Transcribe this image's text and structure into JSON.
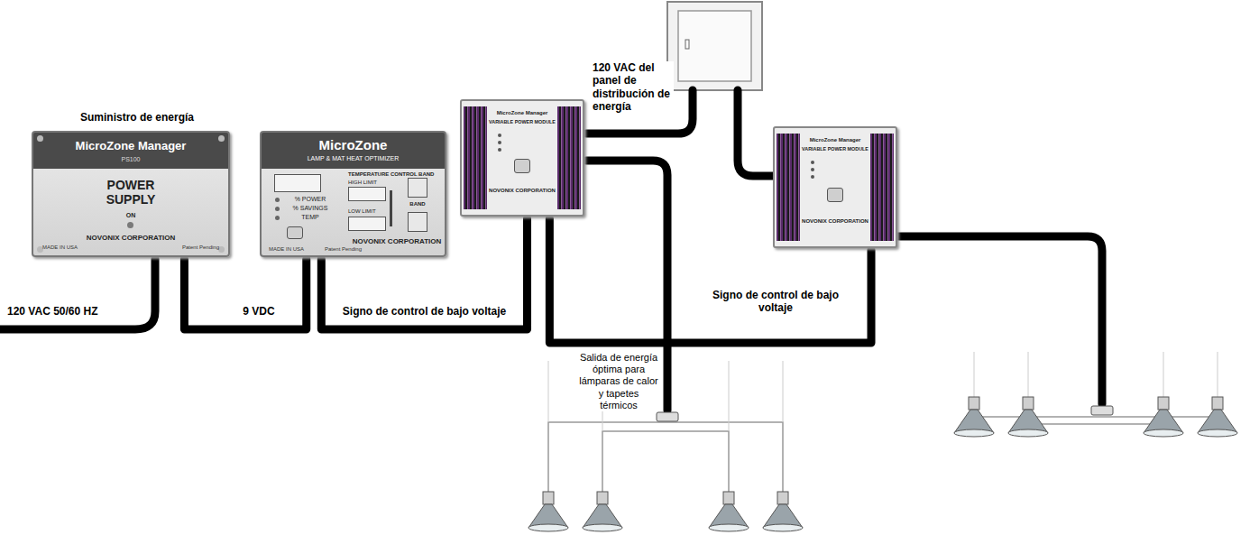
{
  "diagram": {
    "nodes": [
      {
        "text": [
          "Suministro de energía",
          "MicroZone Manager",
          "PS100",
          "POWER SUPPLY",
          "ON",
          "NOVONIX CORPORATION",
          "MADE IN USA",
          "Patent Pending"
        ]
      },
      {
        "text": [
          "MicroZone",
          "LAMP & MAT HEAT OPTIMIZER",
          "% POWER",
          "% SAVINGS",
          "TEMP",
          "TEMPERATURE CONTROL BAND",
          "HIGH LIMIT",
          "LOW LIMIT",
          "BAND",
          "NOVONIX CORPORATION",
          "MADE IN USA",
          "Patent Pending"
        ]
      },
      {
        "text": [
          "MicroZone Manager",
          "VARIABLE POWER MODULE",
          "NOVONIX CORPORATION"
        ]
      },
      {
        "text": [
          "MicroZone Manager",
          "VARIABLE POWER MODULE",
          "NOVONIX CORPORATION"
        ]
      }
    ],
    "edges": [
      {
        "from": 0,
        "to": 1,
        "label": "9 VDC",
        "arrow": "none"
      },
      {
        "from": 1,
        "to": 2,
        "label": "Signo de control de bajo voltaje",
        "arrow": "none"
      },
      {
        "from": 2,
        "to": 3,
        "label": "Signo de control de bajo voltaje",
        "arrow": "none"
      }
    ],
    "labels": [
      "120 VAC 50/60 HZ",
      "120 VAC del panel de distribución de energía",
      "Salida de energía óptima para lámparas de calor y tapetes térmicos"
    ]
  }
}
